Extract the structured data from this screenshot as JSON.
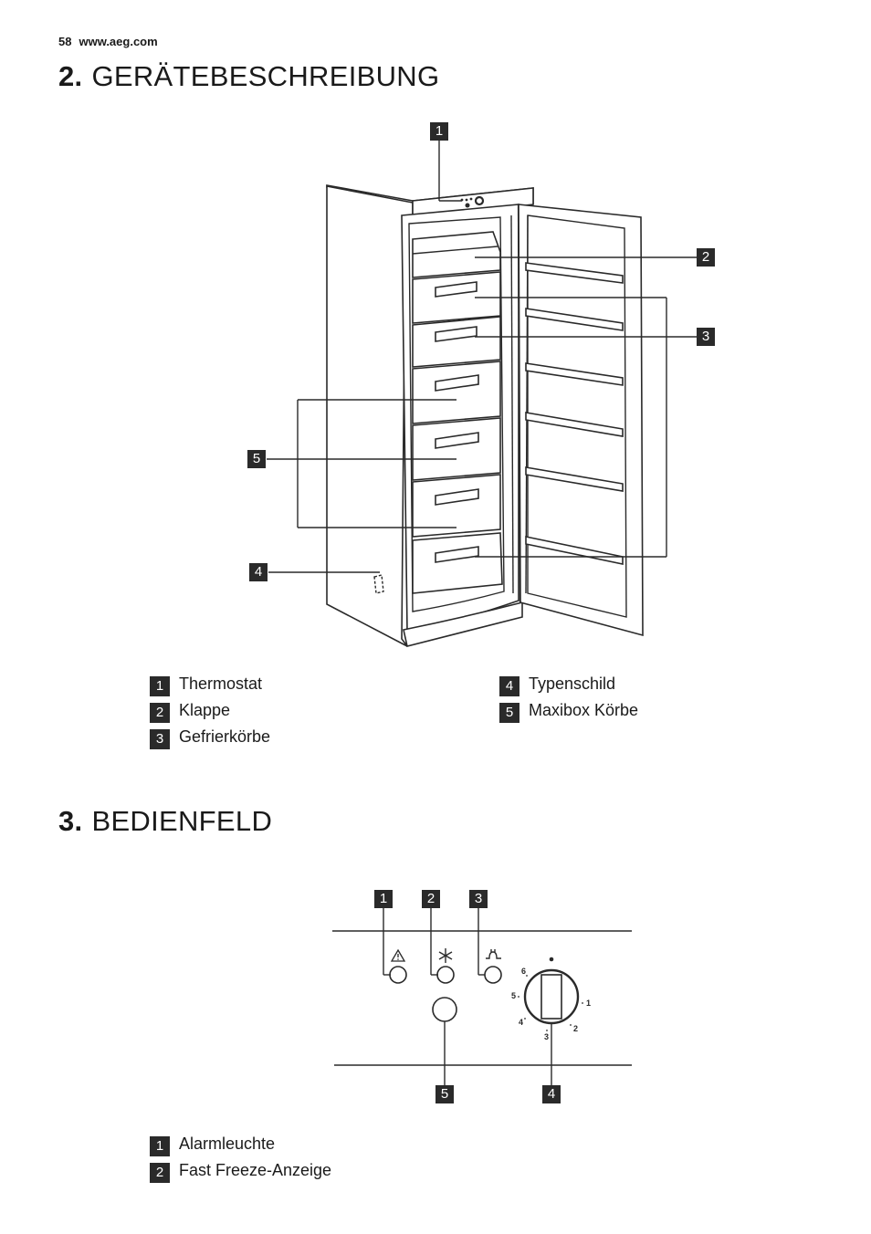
{
  "header": {
    "page_number": "58",
    "url": "www.aeg.com"
  },
  "section2": {
    "number": "2.",
    "title": "GERÄTEBESCHREIBUNG",
    "callouts": [
      "1",
      "2",
      "3",
      "4",
      "5"
    ],
    "legend_left": [
      {
        "num": "1",
        "label": "Thermostat"
      },
      {
        "num": "2",
        "label": "Klappe"
      },
      {
        "num": "3",
        "label": "Gefrierkörbe"
      }
    ],
    "legend_right": [
      {
        "num": "4",
        "label": "Typenschild"
      },
      {
        "num": "5",
        "label": "Maxibox Körbe"
      }
    ]
  },
  "section3": {
    "number": "3.",
    "title": "BEDIENFELD",
    "callouts": [
      "1",
      "2",
      "3",
      "5",
      "4"
    ],
    "dial_labels": [
      "6",
      "5",
      "4",
      "3",
      "2",
      "1"
    ],
    "legend": [
      {
        "num": "1",
        "label": "Alarmleuchte"
      },
      {
        "num": "2",
        "label": "Fast Freeze-Anzeige"
      }
    ]
  },
  "icons": [
    "warning-icon",
    "snowflake-icon",
    "plug-icon"
  ]
}
